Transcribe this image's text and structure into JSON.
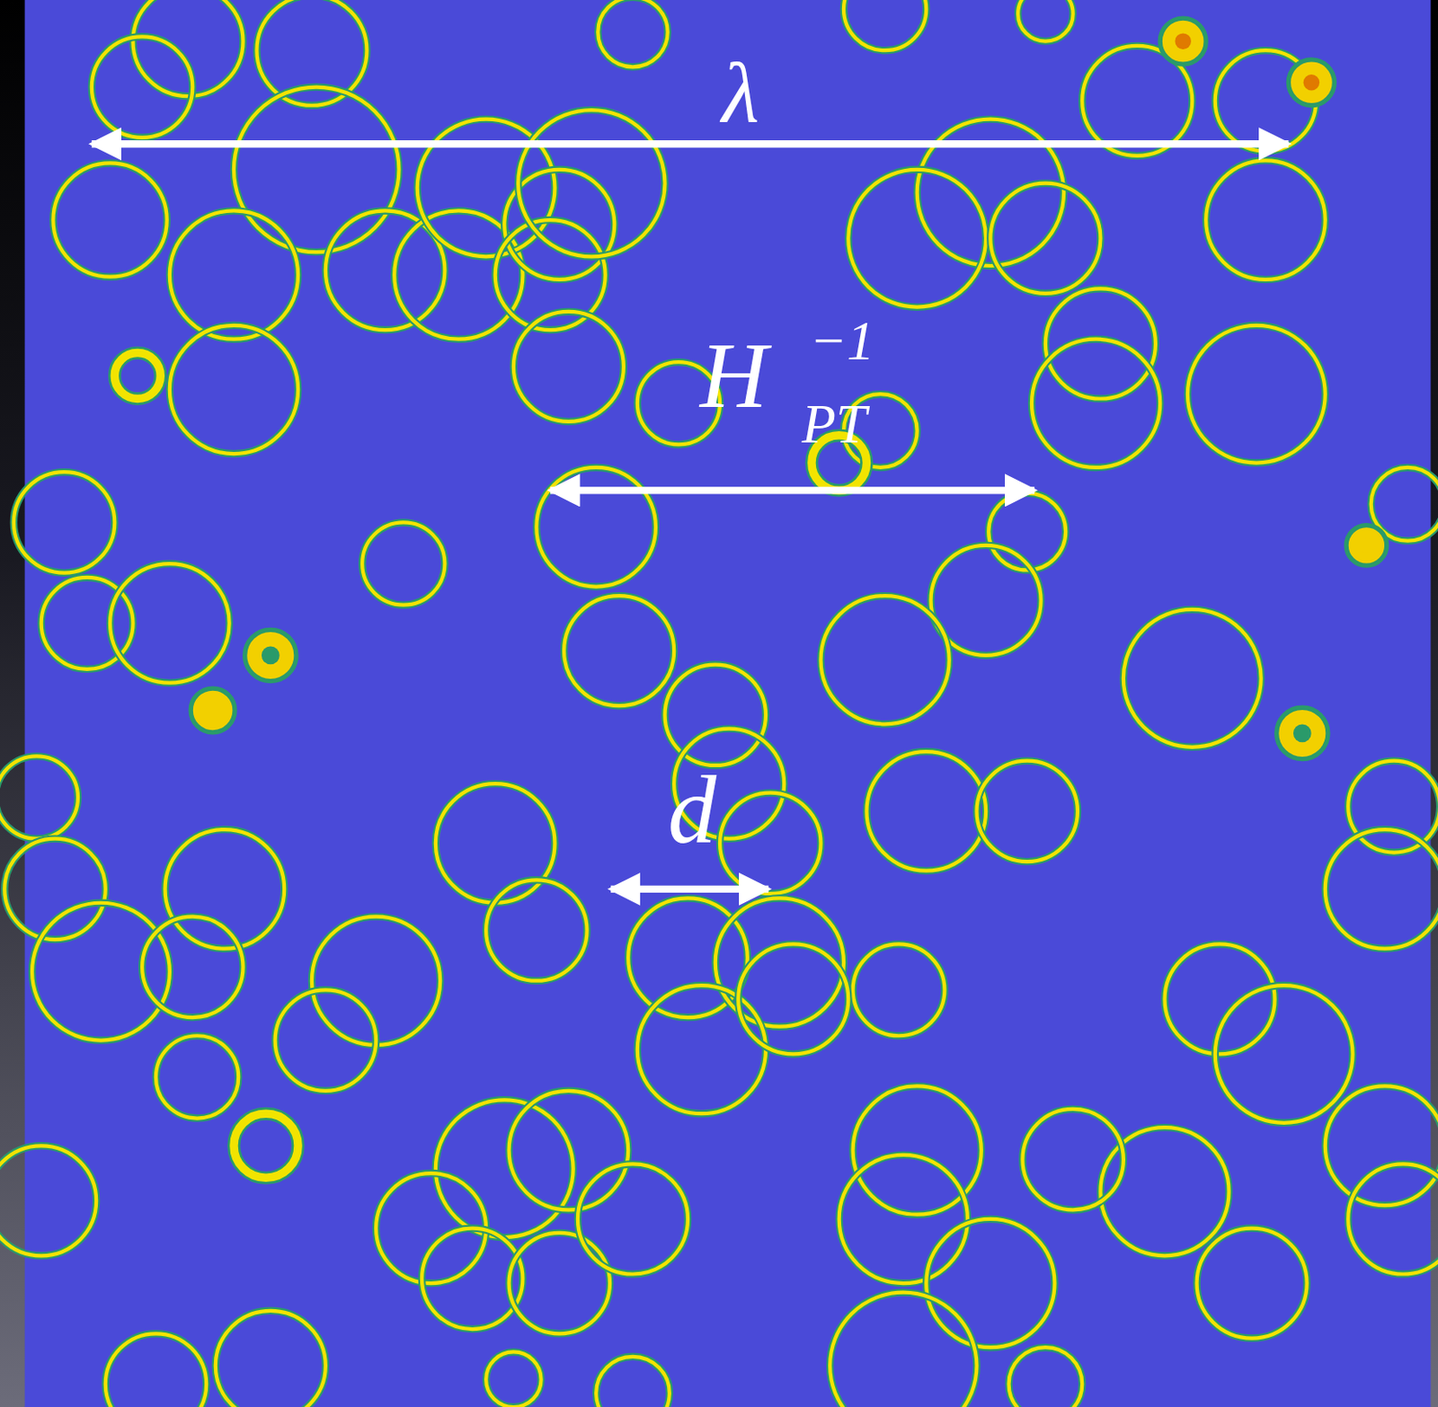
{
  "diagram": {
    "labels": [
      "λ",
      "H",
      "−1",
      "PT",
      "d"
    ]
  }
}
